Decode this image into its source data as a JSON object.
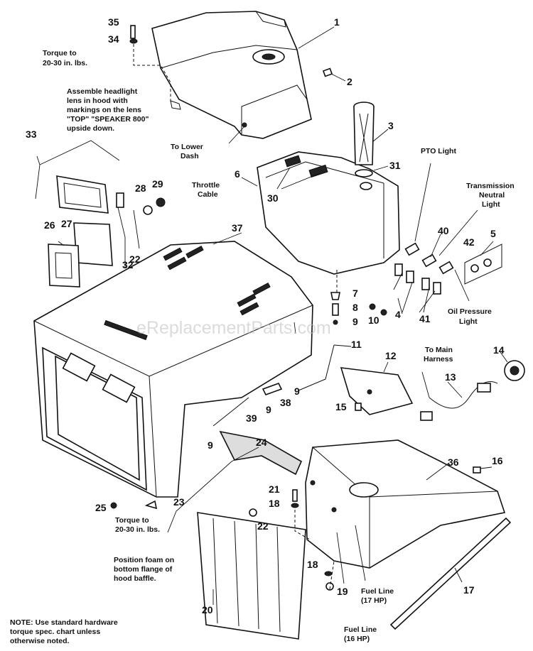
{
  "watermark": "eReplacementParts.com",
  "notes": {
    "torque_top": [
      "Torque to",
      "20-30 in. lbs."
    ],
    "headlight": [
      "Assemble headlight",
      "lens in hood with",
      "markings on the lens",
      "\"TOP\" \"SPEAKER 800\"",
      "upside down."
    ],
    "lower_dash": [
      "To Lower",
      "Dash"
    ],
    "throttle": [
      "Throttle",
      "Cable"
    ],
    "pto_light": [
      "PTO Light"
    ],
    "trans_neutral": [
      "Transmission",
      "Neutral",
      "Light"
    ],
    "oil_pressure": [
      "Oil Pressure",
      "Light"
    ],
    "main_harness": [
      "To Main",
      "Harness"
    ],
    "torque_bottom": [
      "Torque to",
      "20-30 in. lbs."
    ],
    "foam": [
      "Position  foam on",
      "bottom flange of",
      "hood baffle."
    ],
    "hardware": [
      "NOTE: Use standard hardware",
      "torque spec. chart unless",
      "otherwise noted."
    ],
    "fuel_17": [
      "Fuel Line",
      "(17 HP)"
    ],
    "fuel_16": [
      "Fuel Line",
      "(16 HP)"
    ]
  },
  "callouts": [
    {
      "id": "c1",
      "text": "1"
    },
    {
      "id": "c2",
      "text": "2"
    },
    {
      "id": "c3",
      "text": "3"
    },
    {
      "id": "c4",
      "text": "4"
    },
    {
      "id": "c5",
      "text": "5"
    },
    {
      "id": "c6",
      "text": "6"
    },
    {
      "id": "c7",
      "text": "7"
    },
    {
      "id": "c8",
      "text": "8"
    },
    {
      "id": "c9a",
      "text": "9"
    },
    {
      "id": "c9b",
      "text": "9"
    },
    {
      "id": "c9c",
      "text": "9"
    },
    {
      "id": "c9d",
      "text": "9"
    },
    {
      "id": "c10",
      "text": "10"
    },
    {
      "id": "c11",
      "text": "11"
    },
    {
      "id": "c12",
      "text": "12"
    },
    {
      "id": "c13",
      "text": "13"
    },
    {
      "id": "c14",
      "text": "14"
    },
    {
      "id": "c15",
      "text": "15"
    },
    {
      "id": "c16",
      "text": "16"
    },
    {
      "id": "c17",
      "text": "17"
    },
    {
      "id": "c18a",
      "text": "18"
    },
    {
      "id": "c18b",
      "text": "18"
    },
    {
      "id": "c19",
      "text": "19"
    },
    {
      "id": "c20",
      "text": "20"
    },
    {
      "id": "c21",
      "text": "21"
    },
    {
      "id": "c22a",
      "text": "22"
    },
    {
      "id": "c22b",
      "text": "22"
    },
    {
      "id": "c23",
      "text": "23"
    },
    {
      "id": "c24",
      "text": "24"
    },
    {
      "id": "c25",
      "text": "25"
    },
    {
      "id": "c26",
      "text": "26"
    },
    {
      "id": "c27",
      "text": "27"
    },
    {
      "id": "c28",
      "text": "28"
    },
    {
      "id": "c29",
      "text": "29"
    },
    {
      "id": "c30",
      "text": "30"
    },
    {
      "id": "c31",
      "text": "31"
    },
    {
      "id": "c32",
      "text": "32"
    },
    {
      "id": "c33",
      "text": "33"
    },
    {
      "id": "c34",
      "text": "34"
    },
    {
      "id": "c35",
      "text": "35"
    },
    {
      "id": "c36",
      "text": "36"
    },
    {
      "id": "c37",
      "text": "37"
    },
    {
      "id": "c38",
      "text": "38"
    },
    {
      "id": "c39",
      "text": "39"
    },
    {
      "id": "c40",
      "text": "40"
    },
    {
      "id": "c41",
      "text": "41"
    },
    {
      "id": "c42",
      "text": "42"
    }
  ]
}
